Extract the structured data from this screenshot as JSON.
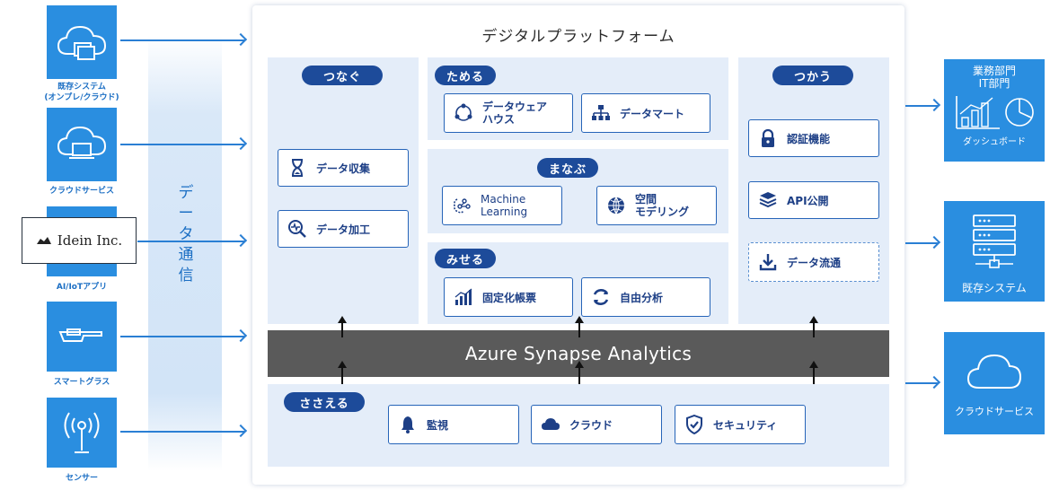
{
  "sources": [
    {
      "label_line1": "既存システム",
      "label_line2": "(オンプレ/クラウド)",
      "icon": "cloud-folder-icon"
    },
    {
      "label_line1": "クラウドサービス",
      "label_line2": "",
      "icon": "cloud-laptop-icon"
    },
    {
      "label_line1": "AI/IoTアプリ",
      "label_line2": "",
      "icon": "idein-logo"
    },
    {
      "label_line1": "スマートグラス",
      "label_line2": "",
      "icon": "smart-glasses-icon"
    },
    {
      "label_line1": "センサー",
      "label_line2": "",
      "icon": "sensor-antenna-icon"
    }
  ],
  "idein_name": "Idein Inc.",
  "comm_label": [
    "デ",
    "ー",
    "タ",
    "通",
    "信"
  ],
  "platform": {
    "title": "デジタルプラットフォーム"
  },
  "tsunagu": {
    "title": "つなぐ",
    "items": [
      "データ収集",
      "データ加工"
    ]
  },
  "tameru": {
    "title": "ためる",
    "items": [
      [
        "データウェア",
        "ハウス"
      ],
      "データマート"
    ]
  },
  "manabu": {
    "title": "まなぶ",
    "items": [
      [
        "Machine",
        "Learning"
      ],
      [
        "空間",
        "モデリング"
      ]
    ]
  },
  "miseru": {
    "title": "みせる",
    "items": [
      "固定化帳票",
      "自由分析"
    ]
  },
  "tsukau": {
    "title": "つかう",
    "items": [
      "認証機能",
      "API公開",
      "データ流通"
    ]
  },
  "synapse": "Azure Synapse Analytics",
  "sasaeru": {
    "title": "ささえる",
    "items": [
      "監視",
      "クラウド",
      "セキュリティ"
    ]
  },
  "outputs": [
    {
      "title_line1": "業務部門",
      "title_line2": "IT部門",
      "label": "ダッシュボード",
      "icon": "dashboard-chart-icon"
    },
    {
      "title_line1": "",
      "title_line2": "",
      "label": "既存システム",
      "icon": "server-icon"
    },
    {
      "title_line1": "",
      "title_line2": "",
      "label": "クラウドサービス",
      "icon": "cloud-icon"
    }
  ],
  "colors": {
    "accent_blue": "#2a8ee0",
    "navy": "#1d4b9a",
    "panel": "#e4edf9",
    "synapse_bar": "#5a5a5a"
  }
}
